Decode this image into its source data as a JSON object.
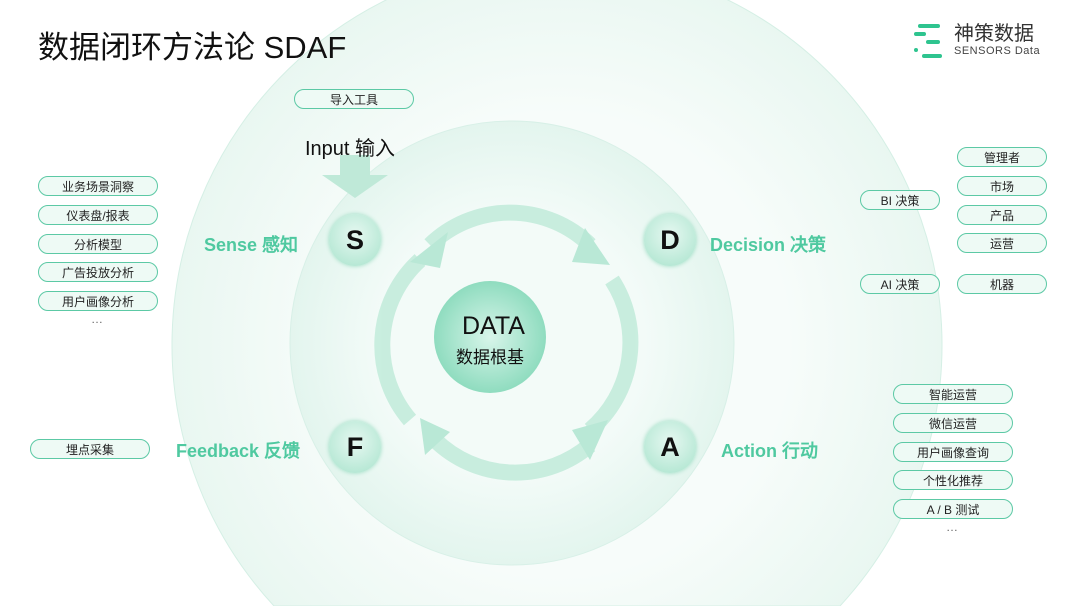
{
  "title": "数据闭环方法论 SDAF",
  "logo": {
    "cn": "神策数据",
    "en": "SENSORS Data"
  },
  "input": {
    "tool": "导入工具",
    "label": "Input 输入"
  },
  "center": {
    "title": "DATA",
    "subtitle": "数据根基"
  },
  "nodes": {
    "s": {
      "letter": "S",
      "label": "Sense 感知"
    },
    "d": {
      "letter": "D",
      "label": "Decision 决策"
    },
    "a": {
      "letter": "A",
      "label": "Action 行动"
    },
    "f": {
      "letter": "F",
      "label": "Feedback 反馈"
    }
  },
  "sense_items": [
    "业务场景洞察",
    "仪表盘/报表",
    "分析模型",
    "广告投放分析",
    "用户画像分析",
    "…"
  ],
  "feedback_items": [
    "埋点采集"
  ],
  "decision": {
    "bi": "BI 决策",
    "ai": "AI 决策",
    "bi_targets": [
      "管理者",
      "市场",
      "产品",
      "运营"
    ],
    "ai_targets": [
      "机器"
    ]
  },
  "action_items": [
    "智能运营",
    "微信运营",
    "用户画像查询",
    "个性化推荐",
    "A / B 测试",
    "…"
  ],
  "colors": {
    "accent": "#4fc9a0",
    "border": "#5cc9a5"
  }
}
